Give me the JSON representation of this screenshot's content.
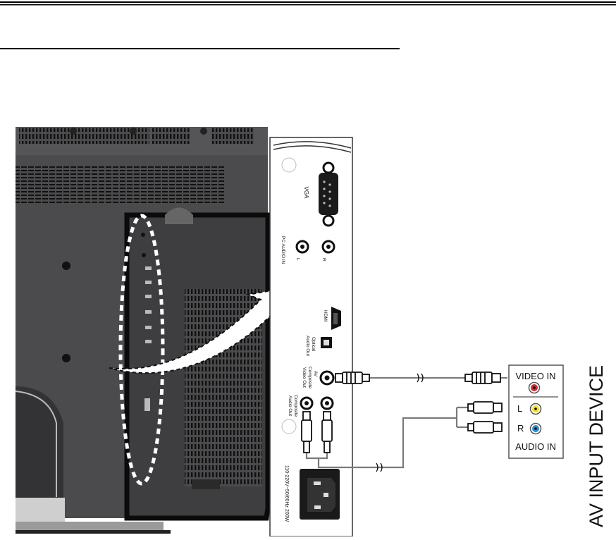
{
  "panel_labels": {
    "vga": "VGA",
    "pc_audio_in": "PC AUDIO IN",
    "pc_audio_l": "L",
    "pc_audio_r": "R",
    "hdmi": "HDMI",
    "optical": "Optical",
    "audio_out": "Audio Out",
    "av": "AV",
    "composite_video_out_1": "Composite",
    "composite_video_out_2": "Video Out",
    "composite_audio_out_1": "Composite",
    "composite_audio_out_2": "Audio Out",
    "power_rating": "110-220V~50/60Hz 200W"
  },
  "device": {
    "title": "AV INPUT DEVICE",
    "video_in": "VIDEO IN",
    "l": "L",
    "r": "R",
    "audio_in": "AUDIO IN"
  },
  "colors": {
    "video_jack": "#d9262e",
    "audio_left_jack": "#f2e21a",
    "audio_right_jack": "#1f8fd6",
    "tv_body": "#4b4b4d",
    "cable": "#7a7a7a"
  }
}
